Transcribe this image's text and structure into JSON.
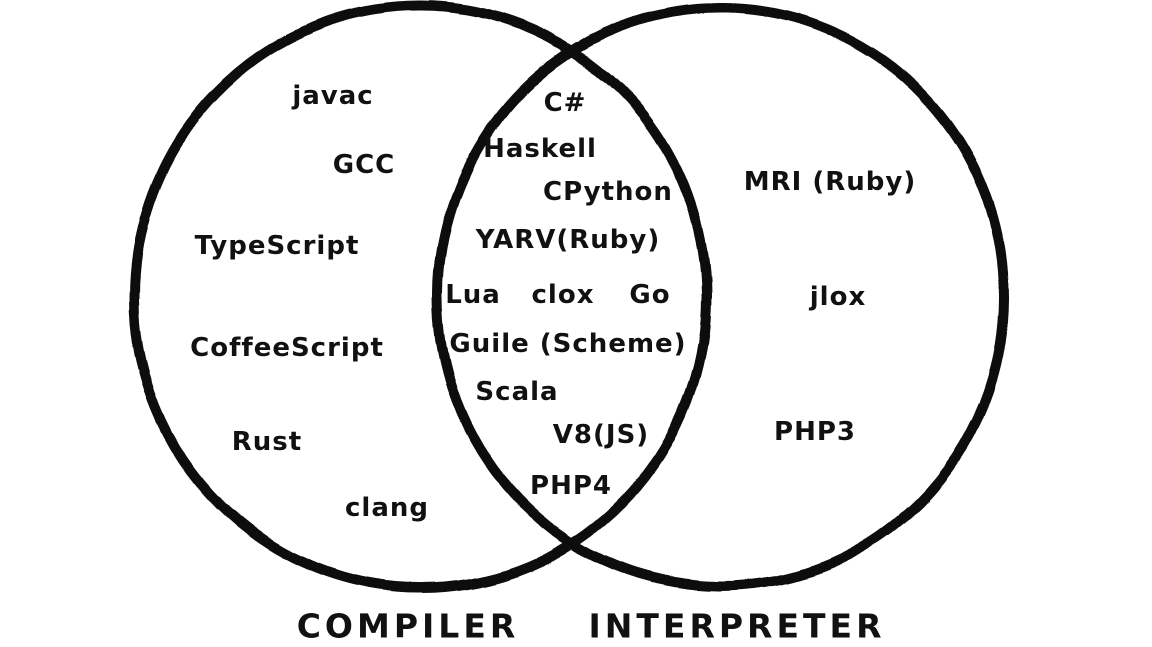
{
  "diagram": {
    "type": "venn",
    "ink_color": "#111111",
    "background_color": "#ffffff",
    "left_set_caption": "COMPILER",
    "right_set_caption": "INTERPRETER",
    "compiler_only": [
      "javac",
      "GCC",
      "TypeScript",
      "CoffeeScript",
      "Rust",
      "clang"
    ],
    "intersection": [
      "C#",
      "Haskell",
      "CPython",
      "YARV(Ruby)",
      "Lua",
      "clox",
      "Go",
      "Guile (Scheme)",
      "Scala",
      "V8(JS)",
      "PHP4"
    ],
    "interpreter_only": [
      "MRI (Ruby)",
      "jlox",
      "PHP3"
    ]
  }
}
